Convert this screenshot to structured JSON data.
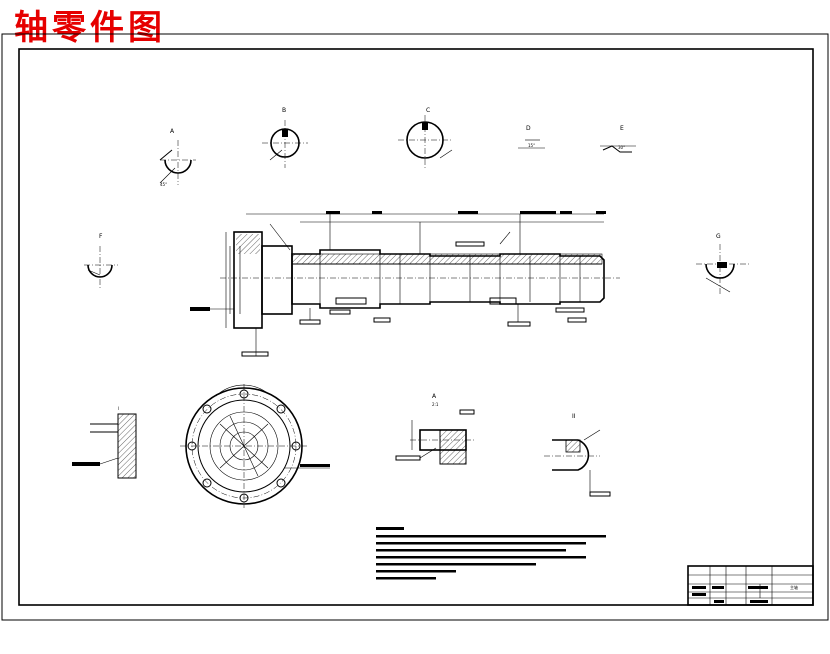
{
  "header": {
    "caption": "轴零件图"
  },
  "colors": {
    "caption_color": "#e60000",
    "line_color": "#000000",
    "background": "#ffffff"
  },
  "drawing": {
    "section_a_label": "A",
    "section_b_label": "B",
    "section_c_label": "C",
    "section_d_label": "D",
    "section_e_label": "E",
    "section_f_label": "F",
    "detail_label_1": "I",
    "detail_label_2": "II",
    "scale_note": "2:1"
  },
  "title_block": {
    "name": "主轴",
    "scale": "1:2",
    "sheet": "共1张 第1张"
  }
}
